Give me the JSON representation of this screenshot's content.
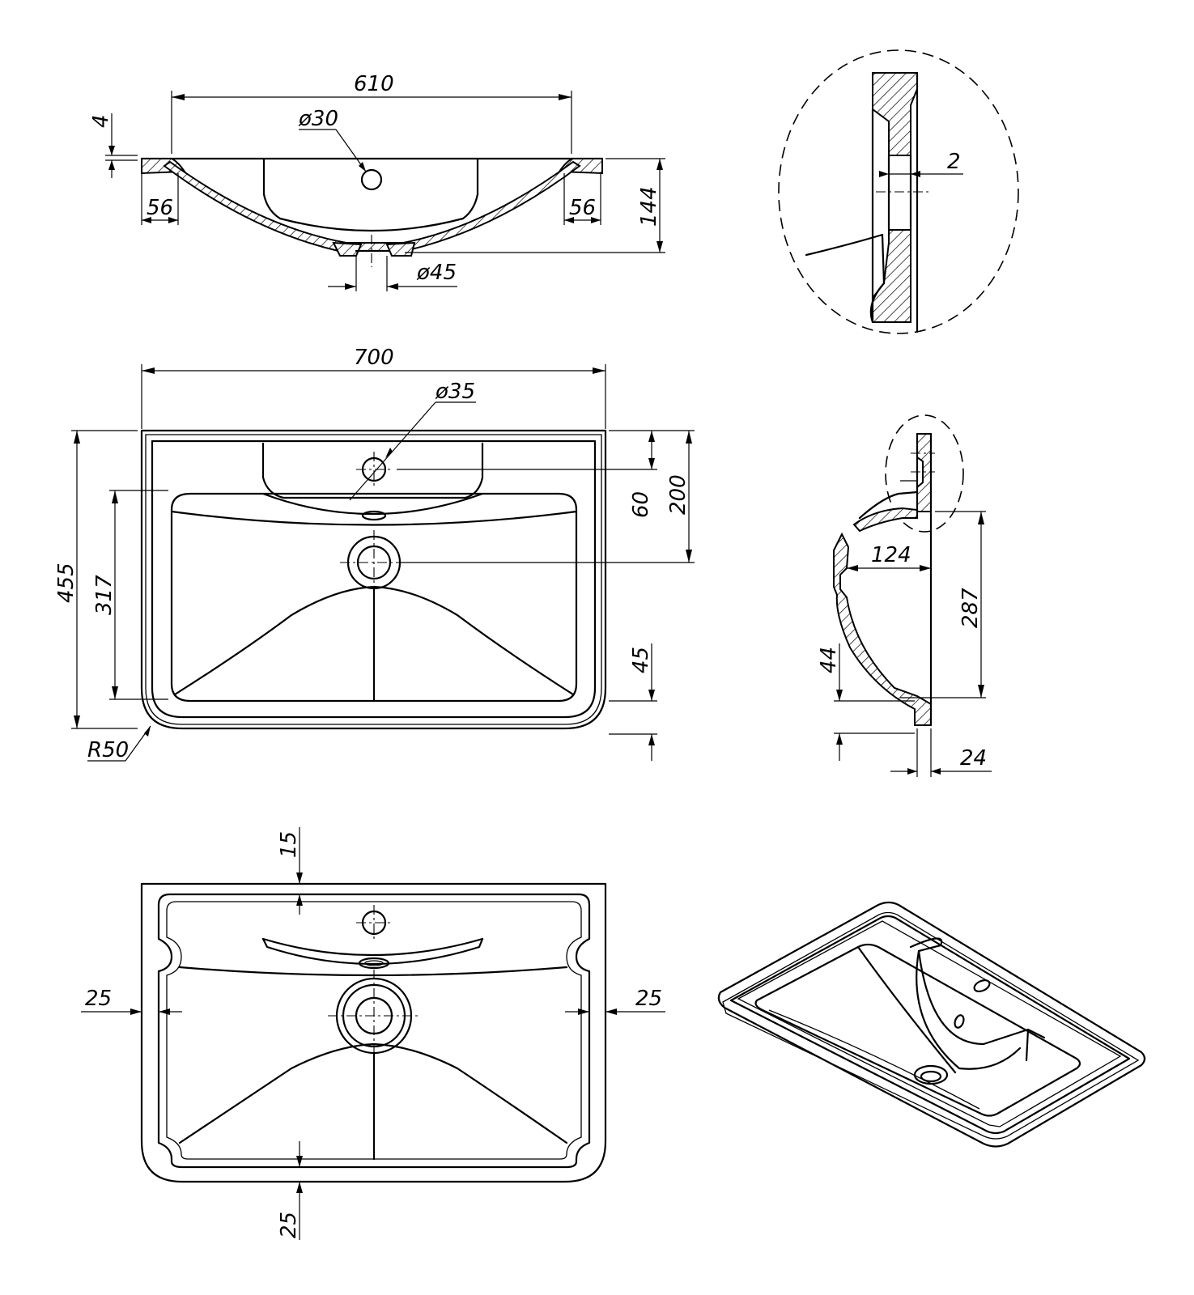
{
  "colors": {
    "line": "#000000",
    "background": "#ffffff"
  },
  "dimensions": {
    "front_view": {
      "inner_width": "610",
      "overflow_hole": "ø30",
      "rim_thickness": "4",
      "left_margin": "56",
      "right_margin": "56",
      "height": "144",
      "drain": "ø45"
    },
    "detail_view": {
      "wall_gap": "2"
    },
    "top_view": {
      "overall_width": "700",
      "tap_hole": "ø35",
      "overall_depth": "455",
      "basin_depth": "317",
      "tap_offset": "60",
      "drain_offset": "200",
      "front_margin": "45",
      "corner_radius": "R50"
    },
    "side_view": {
      "depth": "124",
      "height": "287",
      "bottom": "44",
      "rim": "24"
    },
    "bottom_view": {
      "top_offset": "15",
      "left_offset": "25",
      "right_offset": "25",
      "bottom_offset": "25"
    }
  }
}
